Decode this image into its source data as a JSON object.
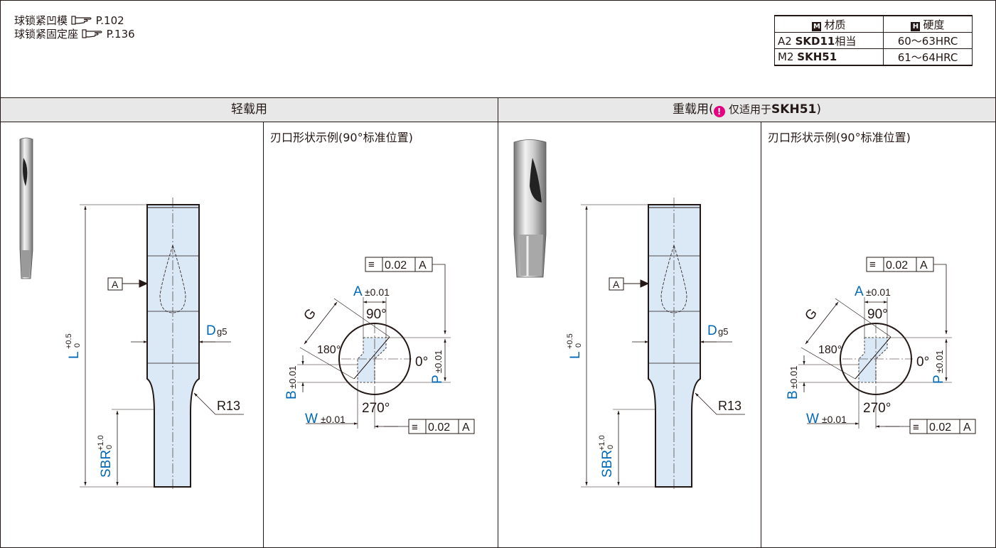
{
  "references": [
    {
      "name": "球锁紧凹模",
      "icon": "hand-pointer-icon",
      "page": "P.102"
    },
    {
      "name": "球锁紧固定座",
      "icon": "hand-pointer-icon",
      "page": "P.136"
    }
  ],
  "materials": {
    "headers": {
      "material_mark": "M",
      "material": "材质",
      "hardness_mark": "H",
      "hardness": "硬度"
    },
    "rows": [
      {
        "prefix": "A2",
        "name": "SKD11",
        "suffix": "相当",
        "hardness": "60～63HRC"
      },
      {
        "prefix": "M2",
        "name": "SKH51",
        "suffix": "",
        "hardness": "61～64HRC"
      }
    ]
  },
  "sections": {
    "light": {
      "title": "轻载用",
      "shape_title": "刃口形状示例(90°标准位置)"
    },
    "heavy": {
      "title": "重载用(",
      "warn_mark": "!",
      "note": "仅适用于",
      "note_bold": "SKH51",
      "close": ")",
      "shape_title": "刃口形状示例(90°标准位置)"
    }
  },
  "drawing": {
    "datum": "A",
    "d_label": "D",
    "d_tol": "g5",
    "l_label": "L",
    "l_tol_upper": "+0.5",
    "l_tol_lower": "0",
    "sbr_label": "SBR",
    "sbr_tol_upper": "+1.0",
    "sbr_tol_lower": "0",
    "radius": "R13",
    "g_label": "G",
    "a_label": "A",
    "a_tol": "±0.01",
    "b_label": "B",
    "b_tol": "±0.01",
    "p_label": "P",
    "p_tol": "±0.01",
    "w_label": "W",
    "w_tol": "±0.01",
    "angle_90": "90°",
    "angle_180": "180°",
    "angle_0": "0°",
    "angle_270": "270°",
    "tol_symbol": "≡",
    "tol_value": "0.02",
    "tol_datum": "A"
  },
  "colors": {
    "accent": "#0068b7",
    "warning": "#e4007f",
    "band": "#e8e8e8",
    "section_fill": "#dbe8f6"
  }
}
